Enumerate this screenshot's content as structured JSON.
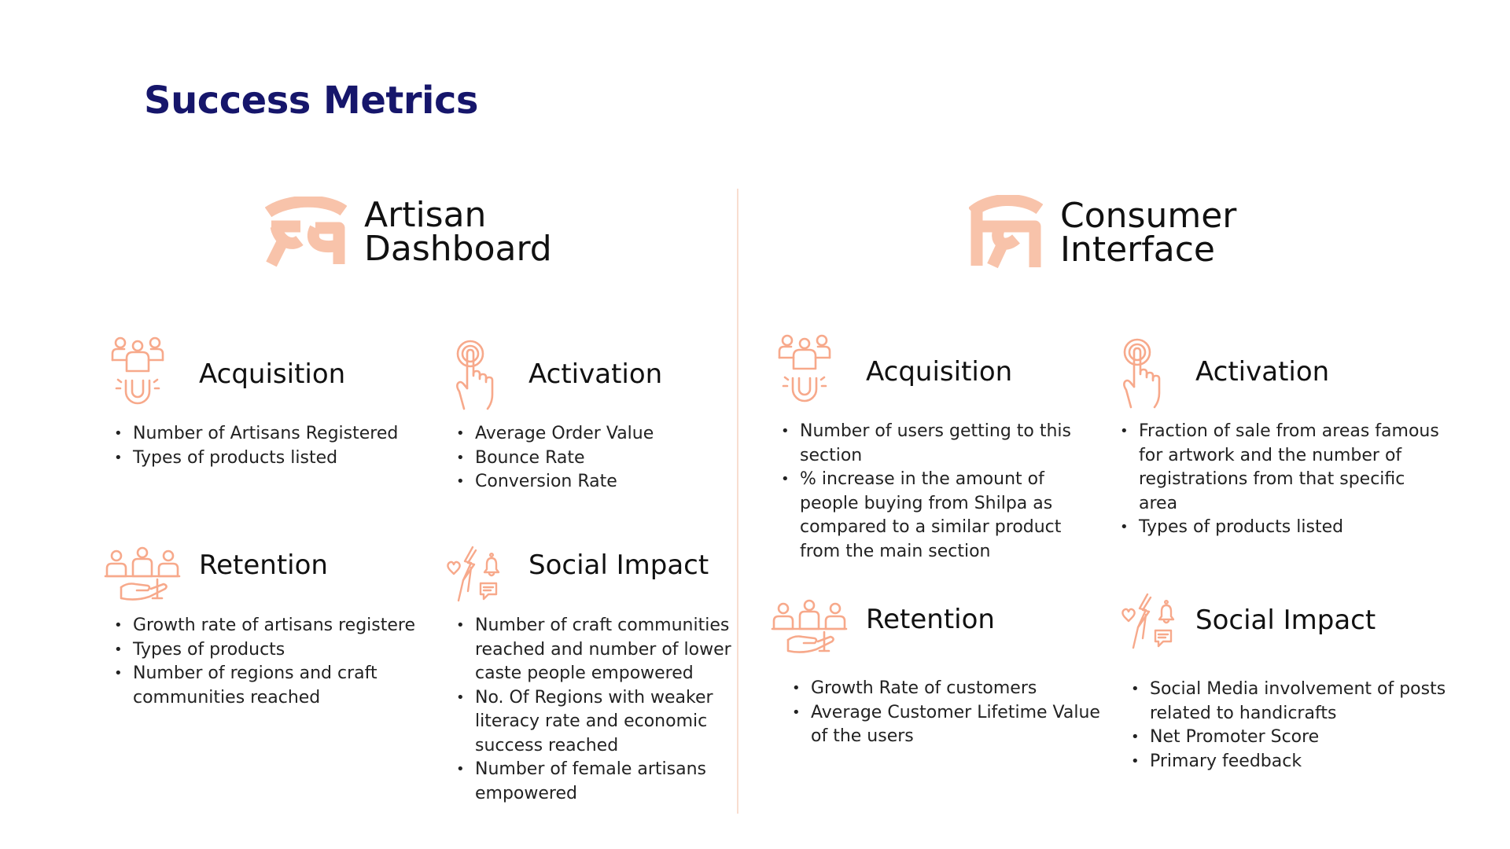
{
  "page_title": "Success Metrics",
  "accent_color": "#f7a98b",
  "title_color": "#16166b",
  "artisan": {
    "title_line1": "Artisan",
    "title_line2": "Dashboard",
    "logo_icon": "shilpa-logo-icon",
    "acquisition": {
      "title": "Acquisition",
      "icon": "people-magnet-icon",
      "items": [
        "Number of Artisans Registered",
        "Types of products listed"
      ]
    },
    "activation": {
      "title": "Activation",
      "icon": "touch-finger-icon",
      "items": [
        "Average Order Value",
        "Bounce Rate",
        "Conversion Rate"
      ]
    },
    "retention": {
      "title": "Retention",
      "icon": "people-hand-icon",
      "items": [
        "Growth rate of artisans registere",
        "Types of products",
        "Number of regions and craft communities reached"
      ]
    },
    "social": {
      "title": "Social Impact",
      "icon": "social-impact-icon",
      "items": [
        "Number of craft communities reached and number of lower caste people empowered",
        "No. Of Regions with weaker literacy rate and economic success reached",
        "Number of female artisans empowered"
      ]
    }
  },
  "consumer": {
    "title_line1": "Consumer",
    "title_line2": "Interface",
    "logo_icon": "shilpa-logo-icon",
    "acquisition": {
      "title": "Acquisition",
      "icon": "people-magnet-icon",
      "items": [
        "Number of users getting to this section",
        "% increase in the amount of people buying from Shilpa as compared to a similar product from the main section"
      ]
    },
    "activation": {
      "title": "Activation",
      "icon": "touch-finger-icon",
      "items": [
        "Fraction of sale from areas famous for artwork and the number of registrations from that specific area",
        "Types of products listed"
      ]
    },
    "retention": {
      "title": "Retention",
      "icon": "people-hand-icon",
      "items": [
        "Growth Rate of customers",
        "Average Customer Lifetime Value of the users"
      ]
    },
    "social": {
      "title": "Social Impact",
      "icon": "social-impact-icon",
      "items": [
        "Social Media involvement of posts related to handicrafts",
        "Net Promoter Score",
        "Primary feedback"
      ]
    }
  }
}
